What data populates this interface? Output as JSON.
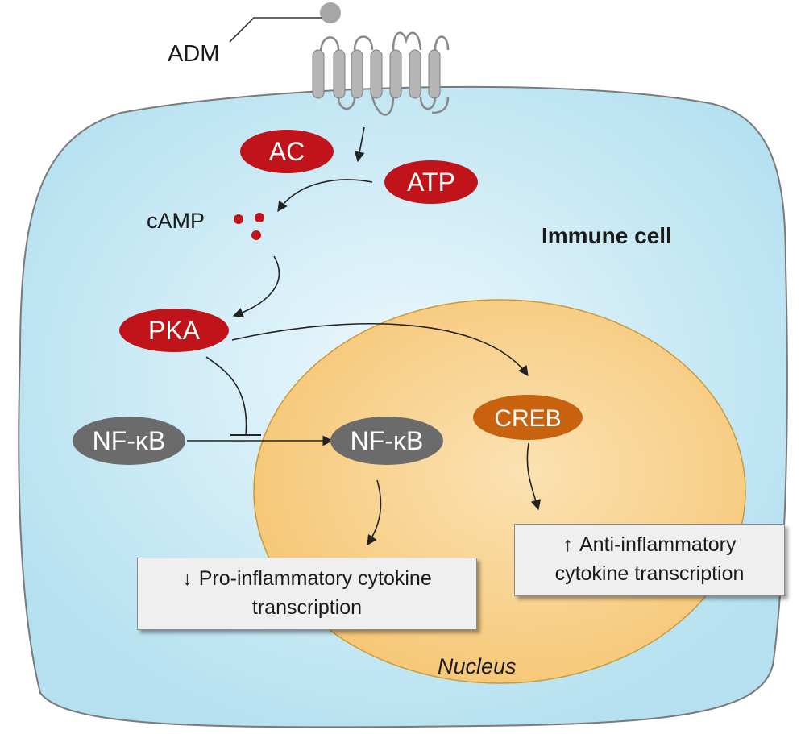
{
  "labels": {
    "adm": "ADM",
    "ac": "AC",
    "atp": "ATP",
    "camp": "cAMP",
    "pka": "PKA",
    "nfkb_cytoplasm": "NF-κB",
    "nfkb_nucleus": "NF-κB",
    "creb": "CREB",
    "immune_cell": "Immune cell",
    "nucleus": "Nucleus"
  },
  "boxes": {
    "pro": {
      "symbol": "↓",
      "line1": "Pro-inflammatory cytokine",
      "line2": "transcription"
    },
    "anti": {
      "symbol": "↑",
      "line1": "Anti-inflammatory",
      "line2": "cytokine transcription"
    }
  },
  "colors": {
    "cell_fill": "#bfe6f3",
    "nucleus_fill": "#f8cd80",
    "red_node": "#c0141a",
    "grey_node": "#6b6b6b",
    "orange_node": "#c8620e",
    "receptor": "#b5b5b5"
  }
}
